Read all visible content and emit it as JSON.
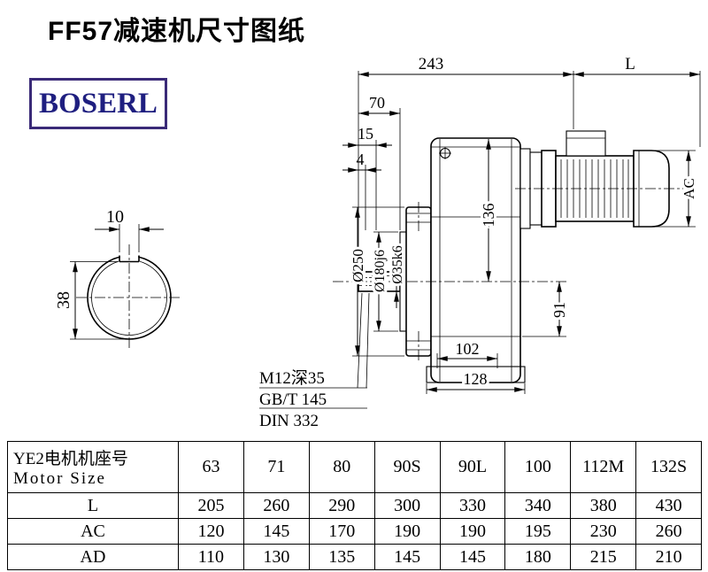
{
  "page": {
    "title": "FF57减速机尺寸图纸",
    "logo": "BOSERL",
    "colors": {
      "logo_text": "#1f1f80",
      "logo_border": "#3a2a78",
      "line": "#000000"
    }
  },
  "drawing": {
    "dims": {
      "top_width": "243",
      "motor_length": "L",
      "shaft_length": "70",
      "dim_15": "15",
      "dim_4": "4",
      "key_width": "10",
      "key_height": "38",
      "flange_dia": "Ø250",
      "spigot_dia": "Ø180j6",
      "shaft_dia": "Ø35k6",
      "center_height": "136",
      "motor_dia": "AC",
      "dim_91": "91",
      "dim_102": "102",
      "dim_128": "128",
      "tap_note": "M12深35",
      "std_gbt": "GB/T 145",
      "std_din": "DIN 332"
    }
  },
  "table": {
    "header_cn": "YE2电机机座号",
    "header_en": "Motor Size",
    "sizes": [
      "63",
      "71",
      "80",
      "90S",
      "90L",
      "100",
      "112M",
      "132S"
    ],
    "rows": [
      {
        "label": "L",
        "values": [
          "205",
          "260",
          "290",
          "300",
          "330",
          "340",
          "380",
          "430"
        ]
      },
      {
        "label": "AC",
        "values": [
          "120",
          "145",
          "170",
          "190",
          "190",
          "195",
          "230",
          "260"
        ]
      },
      {
        "label": "AD",
        "values": [
          "110",
          "130",
          "135",
          "145",
          "145",
          "180",
          "215",
          "210"
        ]
      }
    ]
  }
}
